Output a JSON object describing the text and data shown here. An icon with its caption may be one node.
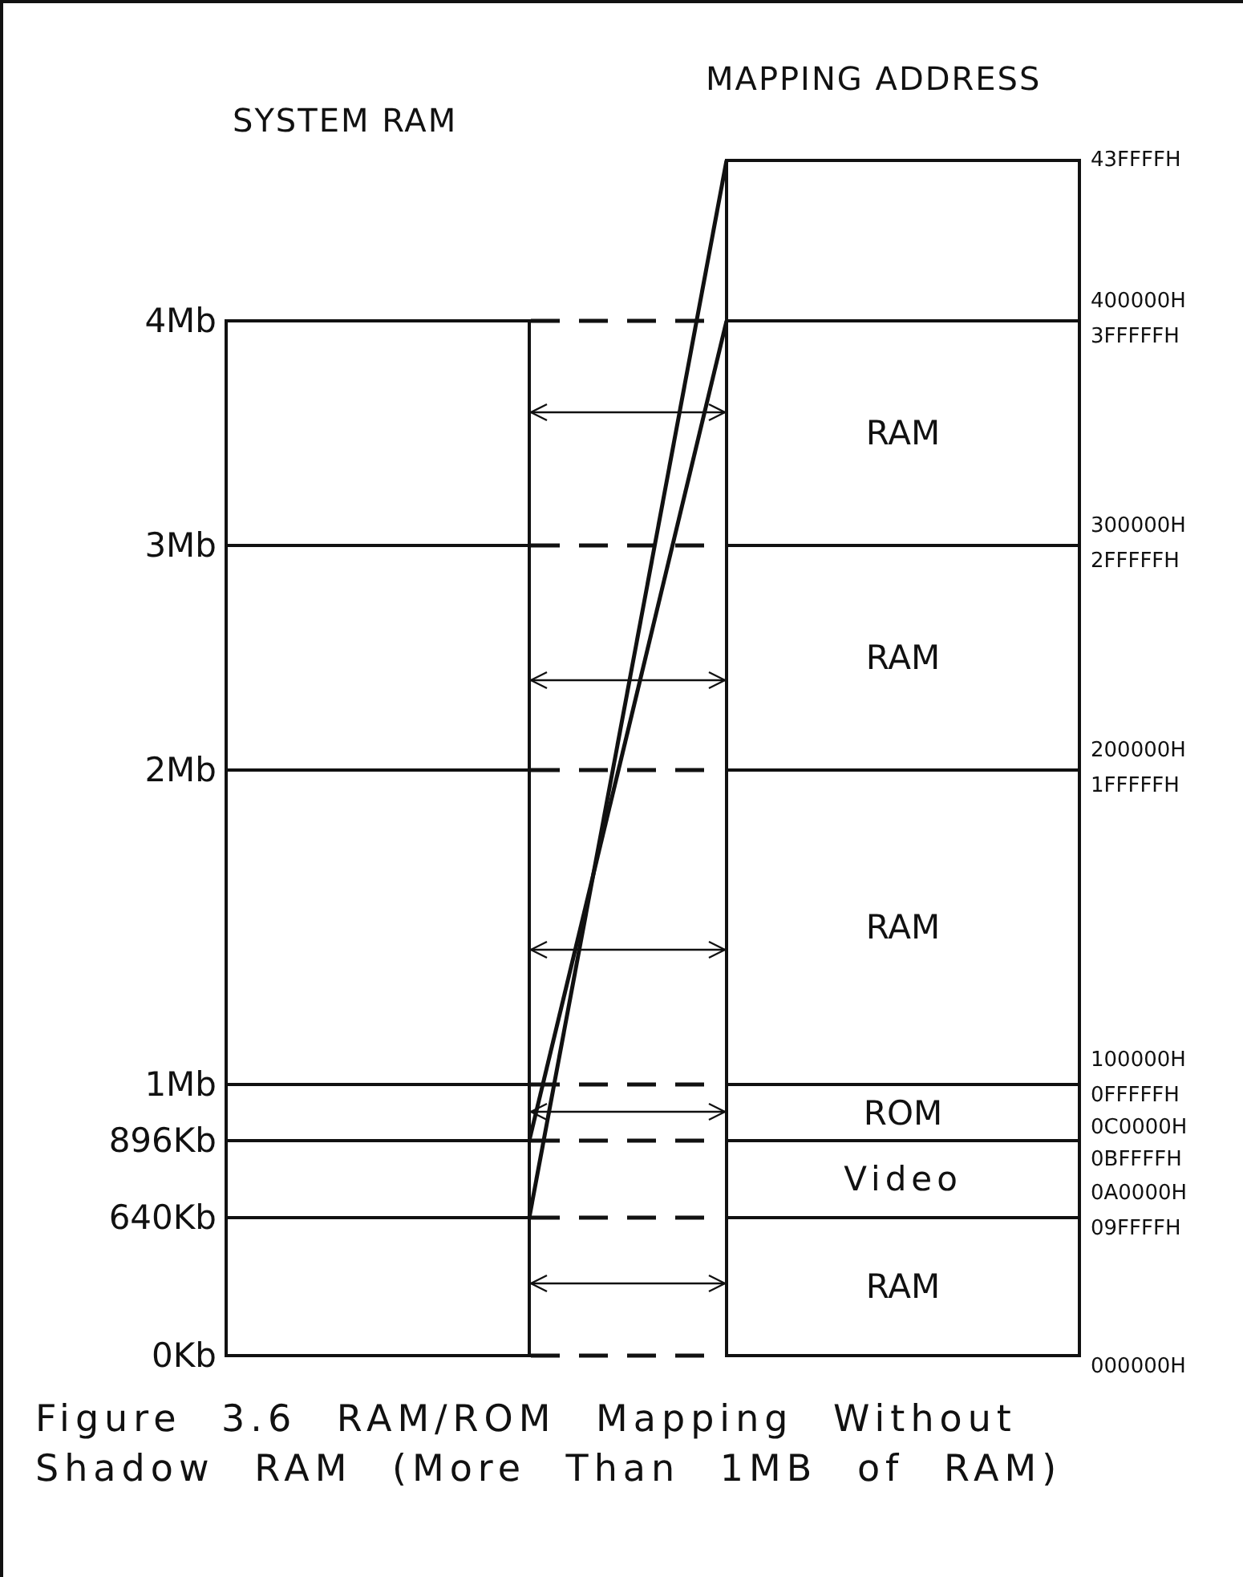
{
  "diagram": {
    "caption": "Figure 3.6 RAM/ROM Mapping Without Shadow RAM (More Than 1MB of RAM)",
    "nodes": [
      {
        "text": [
          "SYSTEM RAM"
        ]
      },
      {
        "text": [],
        "shape": "box",
        "in": 0
      },
      {
        "text": [],
        "shape": "box",
        "in": 0
      },
      {
        "text": [],
        "shape": "box",
        "in": 0
      },
      {
        "text": [],
        "shape": "box",
        "in": 0
      },
      {
        "text": [],
        "shape": "box",
        "in": 0
      },
      {
        "text": [],
        "shape": "box",
        "in": 0
      },
      {
        "text": [
          "MAPPING ADDRESS"
        ]
      },
      {
        "text": [],
        "shape": "box",
        "in": 7
      },
      {
        "text": [
          "RAM"
        ],
        "in": 7
      },
      {
        "text": [
          "RAM"
        ],
        "in": 7
      },
      {
        "text": [
          "RAM"
        ],
        "in": 7
      },
      {
        "text": [
          "ROM"
        ],
        "in": 7
      },
      {
        "text": [
          "Video"
        ],
        "in": 7
      },
      {
        "text": [
          "RAM"
        ],
        "in": 7
      }
    ],
    "edges": [
      {
        "from": 1,
        "to": 9,
        "arrow": "both"
      },
      {
        "from": 2,
        "to": 10,
        "arrow": "both"
      },
      {
        "from": 3,
        "to": 11,
        "arrow": "both"
      },
      {
        "from": 4,
        "to": 12,
        "arrow": "both"
      },
      {
        "from": 6,
        "to": 14,
        "arrow": "both"
      },
      {
        "from": 5,
        "to": 8,
        "arrow": "none"
      },
      {
        "from": 5,
        "to": 8,
        "arrow": "none"
      }
    ],
    "labels": [
      "43FFFFH",
      "4Mb",
      "400000H",
      "3FFFFFH",
      "3Mb",
      "300000H",
      "2FFFFFH",
      "2Mb",
      "200000H",
      "1FFFFFH",
      "1Mb",
      "100000H",
      "0FFFFFH",
      "0C0000H",
      "896Kb",
      "0BFFFFH",
      "0A0000H",
      "640Kb",
      "09FFFFH",
      "0Kb",
      "000000H"
    ]
  }
}
